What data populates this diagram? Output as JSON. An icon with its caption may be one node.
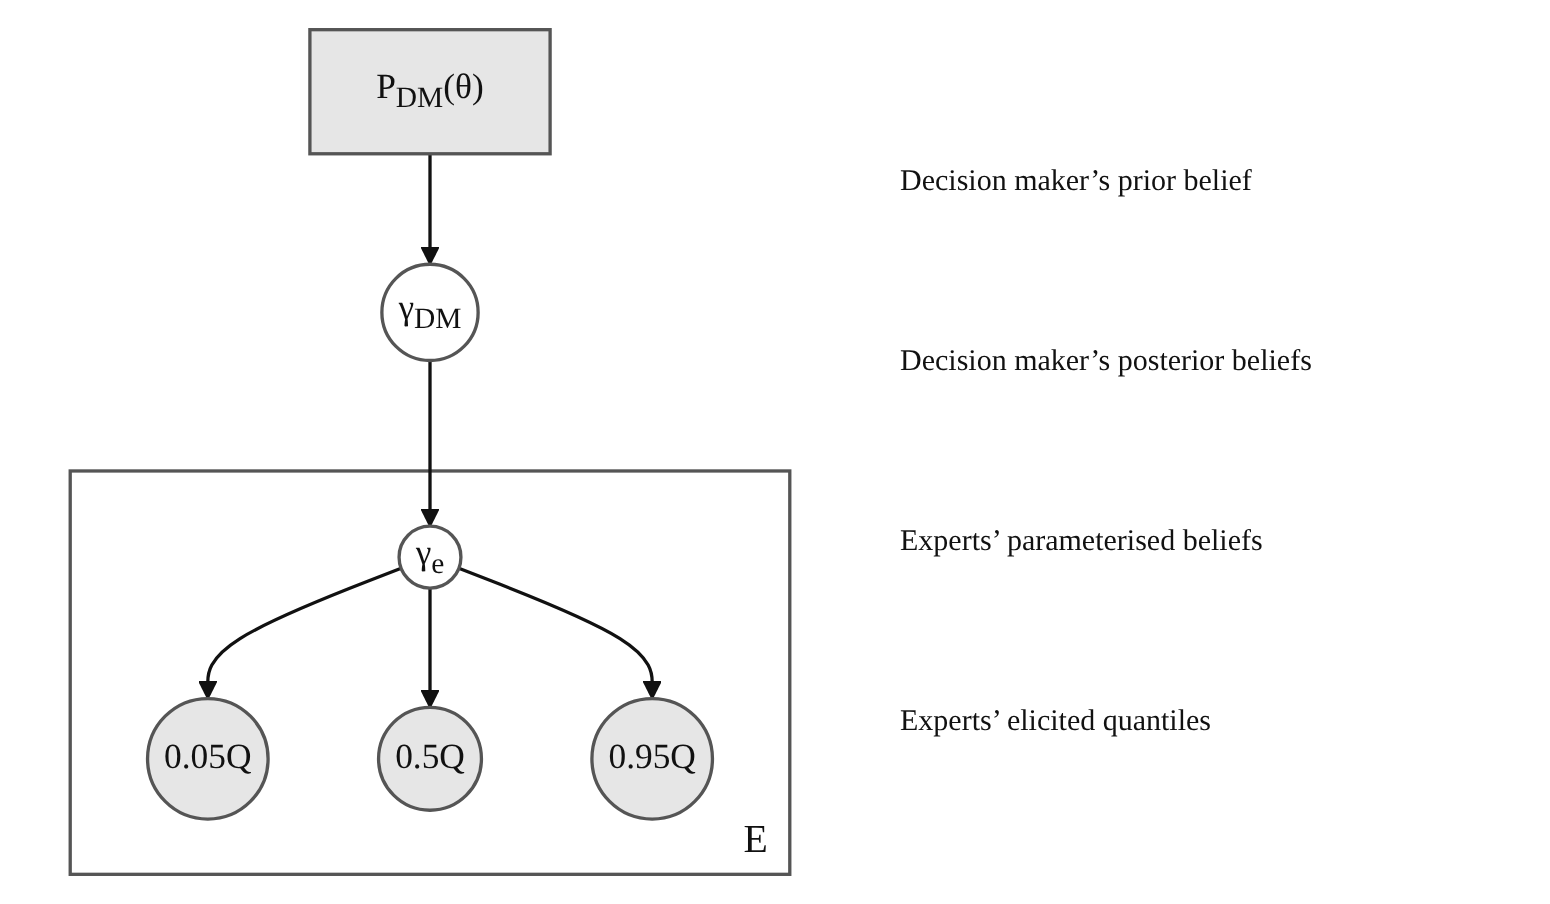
{
  "diagram": {
    "nodes": [
      {
        "text": [
          "E"
        ]
      },
      {
        "text": [
          "P$_{DM}$(θ)"
        ]
      },
      {
        "text": [
          "γ$_{DM}$"
        ]
      },
      {
        "text": [
          "γ$_{e}$"
        ],
        "in": 0
      },
      {
        "text": [
          "0.05Q"
        ],
        "in": 0
      },
      {
        "text": [
          "0.5Q"
        ],
        "in": 0
      },
      {
        "text": [
          "0.95Q"
        ],
        "in": 0
      }
    ],
    "edges": [
      {
        "from": 1,
        "to": 2,
        "arrow": "to"
      },
      {
        "from": 2,
        "to": 3,
        "arrow": "to"
      },
      {
        "from": 3,
        "to": 4,
        "arrow": "to"
      },
      {
        "from": 3,
        "to": 5,
        "arrow": "to"
      },
      {
        "from": 3,
        "to": 6,
        "arrow": "to"
      }
    ],
    "labels": [
      "Decision maker’s prior belief",
      "Decision maker’s posterior beliefs",
      "Experts’ parameterised beliefs",
      "Experts’ elicited quantiles"
    ]
  }
}
